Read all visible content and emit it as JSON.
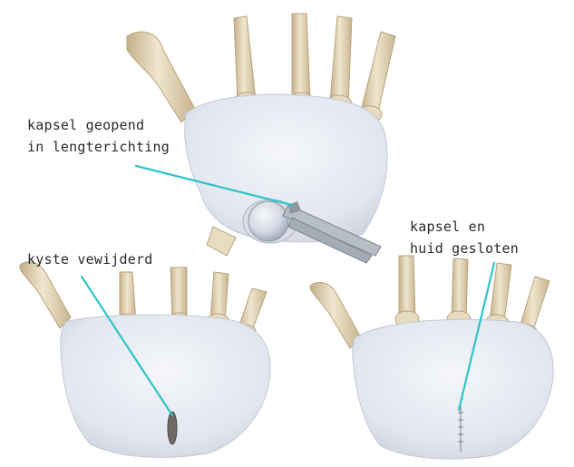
{
  "labels": {
    "capsule_opened": [
      "kapsel geopend",
      "in lengterichting"
    ],
    "cyst_removed": [
      "kyste vewijderd"
    ],
    "capsule_closed": [
      "kapsel en",
      "huid gesloten"
    ]
  },
  "colors": {
    "background": "#ffffff",
    "skin": "#e4e8f0",
    "skin_shadow": "#c9cfdc",
    "bone": "#e8dcc0",
    "bone_shadow": "#c4b08a",
    "pointer": "#2ec4c8",
    "text": "#2a2a2a",
    "instrument": "#9aa0a8"
  },
  "icons": [
    "wrist-illustration",
    "retractor-instrument",
    "ganglion-cyst",
    "suture-line"
  ]
}
